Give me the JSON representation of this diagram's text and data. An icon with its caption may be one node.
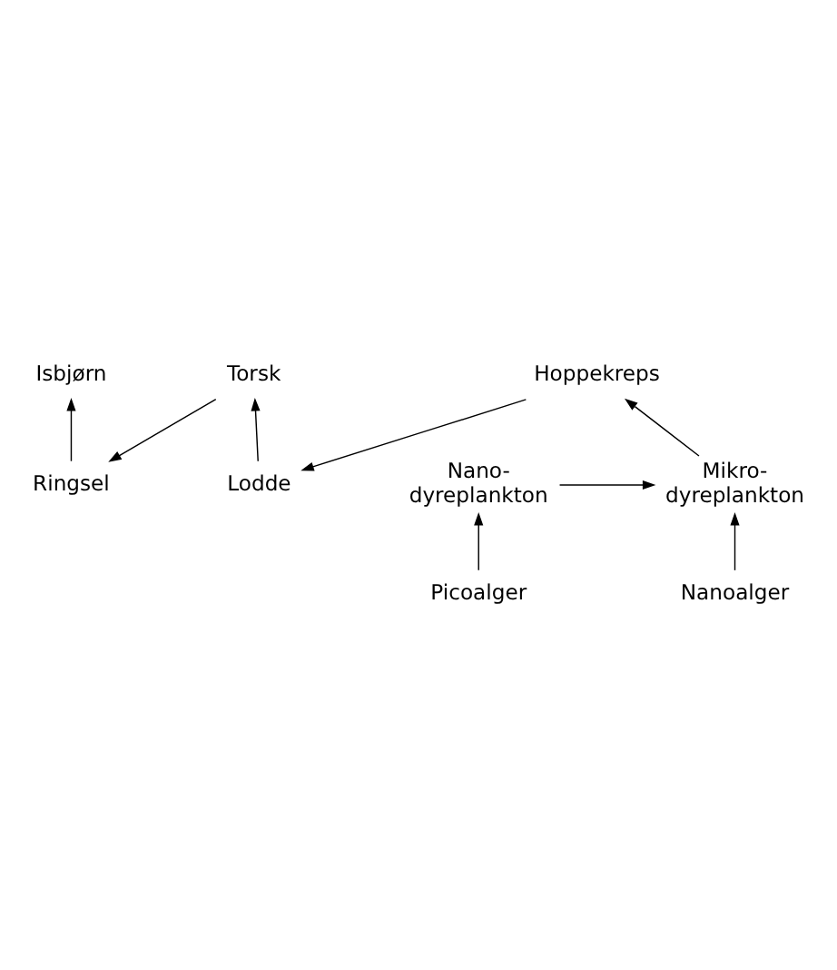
{
  "diagram": {
    "nodes": [
      {
        "text": [
          "Isbjørn"
        ]
      },
      {
        "text": [
          "Ringsel"
        ]
      },
      {
        "text": [
          "Lodde"
        ]
      },
      {
        "text": [
          "Torsk"
        ]
      },
      {
        "text": [
          "Hoppekreps"
        ]
      },
      {
        "text": [
          "Nano- dyreplankton"
        ]
      },
      {
        "text": [
          "Mikro- dyreplankton"
        ]
      },
      {
        "text": [
          "Picoalger"
        ]
      },
      {
        "text": [
          "Nanoalger"
        ]
      }
    ],
    "edges": [
      {
        "from": 1,
        "to": 0,
        "arrow": "to"
      },
      {
        "from": 3,
        "to": 1,
        "arrow": "to"
      },
      {
        "from": 2,
        "to": 3,
        "arrow": "to"
      },
      {
        "from": 4,
        "to": 2,
        "arrow": "to"
      },
      {
        "from": 6,
        "to": 4,
        "arrow": "to"
      },
      {
        "from": 5,
        "to": 6,
        "arrow": "to"
      },
      {
        "from": 7,
        "to": 5,
        "arrow": "to"
      },
      {
        "from": 8,
        "to": 6,
        "arrow": "to"
      }
    ]
  }
}
